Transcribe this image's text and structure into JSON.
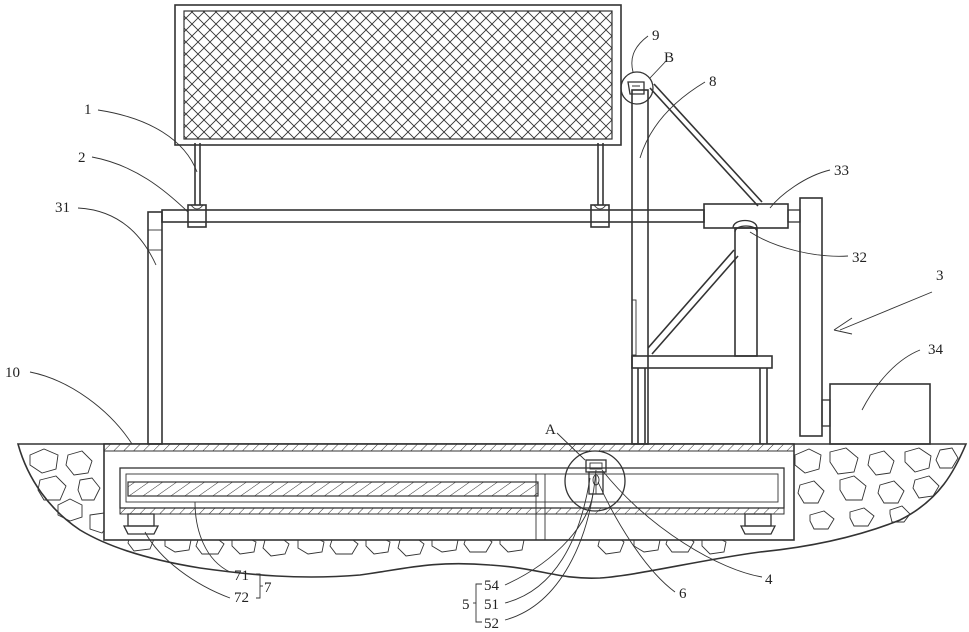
{
  "labels": {
    "l1": "1",
    "l2": "2",
    "l31": "31",
    "l10": "10",
    "l9": "9",
    "lB": "B",
    "l8": "8",
    "l33": "33",
    "l32": "32",
    "l3": "3",
    "l34": "34",
    "lA": "A",
    "l4": "4",
    "l6": "6",
    "l71": "71",
    "l72": "72",
    "l7": "7",
    "l54": "54",
    "l51": "51",
    "l52": "52",
    "l5": "5"
  }
}
